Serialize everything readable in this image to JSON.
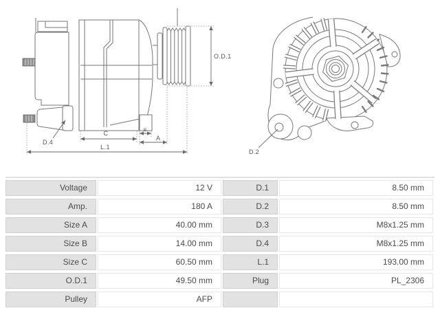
{
  "diagrams": {
    "side_view": {
      "dim_labels": {
        "od1": "O.D.1",
        "d4": "D.4",
        "c": "C",
        "b": "B",
        "a": "A",
        "l1": "L.1"
      }
    },
    "front_view": {
      "dim_labels": {
        "d2": "D.2"
      }
    }
  },
  "spec_table": {
    "rows": [
      {
        "label_left": "Voltage",
        "value_left": "12 V",
        "label_right": "D.1",
        "value_right": "8.50 mm"
      },
      {
        "label_left": "Amp.",
        "value_left": "180 A",
        "label_right": "D.2",
        "value_right": "8.50 mm"
      },
      {
        "label_left": "Size A",
        "value_left": "40.00 mm",
        "label_right": "D.3",
        "value_right": "M8x1.25 mm"
      },
      {
        "label_left": "Size B",
        "value_left": "14.00 mm",
        "label_right": "D.4",
        "value_right": "M8x1.25 mm"
      },
      {
        "label_left": "Size C",
        "value_left": "60.50 mm",
        "label_right": "L.1",
        "value_right": "193.00 mm"
      },
      {
        "label_left": "O.D.1",
        "value_left": "49.50 mm",
        "label_right": "Plug",
        "value_right": "PL_2306"
      },
      {
        "label_left": "Pulley",
        "value_left": "AFP",
        "label_right": "",
        "value_right": ""
      }
    ]
  },
  "colors": {
    "label_cell_bg": "#e2e2e2",
    "label_cell_border": "#d0d0d0",
    "value_cell_border": "#e7e7e7",
    "text": "#4a4a4a",
    "line_art": "#767676"
  }
}
